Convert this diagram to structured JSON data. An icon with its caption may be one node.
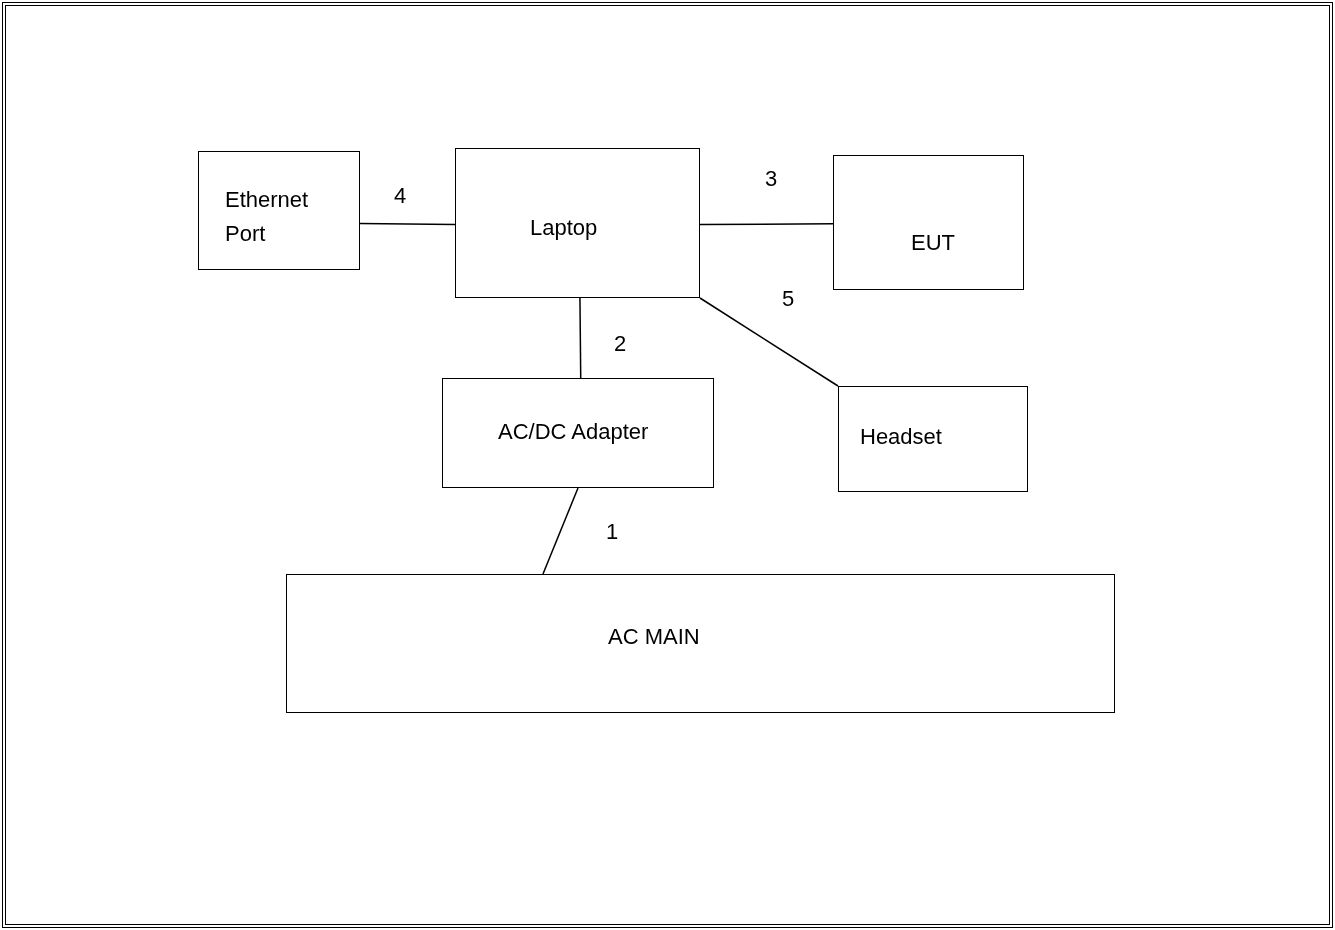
{
  "diagram": {
    "nodes": [
      {
        "text": [
          "Ethernet Port"
        ]
      },
      {
        "text": [
          "Laptop"
        ]
      },
      {
        "text": [
          "EUT"
        ]
      },
      {
        "text": [
          "AC/DC Adapter"
        ]
      },
      {
        "text": [
          "Headset"
        ]
      },
      {
        "text": [
          "AC MAIN"
        ]
      }
    ],
    "edges": [
      {
        "from": 0,
        "to": 1,
        "arrow": "none",
        "label": "4"
      },
      {
        "from": 1,
        "to": 2,
        "arrow": "none",
        "label": "3"
      },
      {
        "from": 1,
        "to": 4,
        "arrow": "none",
        "label": "5"
      },
      {
        "from": 1,
        "to": 3,
        "arrow": "none",
        "label": "2"
      },
      {
        "from": 3,
        "to": 5,
        "arrow": "none",
        "label": "1"
      }
    ]
  }
}
